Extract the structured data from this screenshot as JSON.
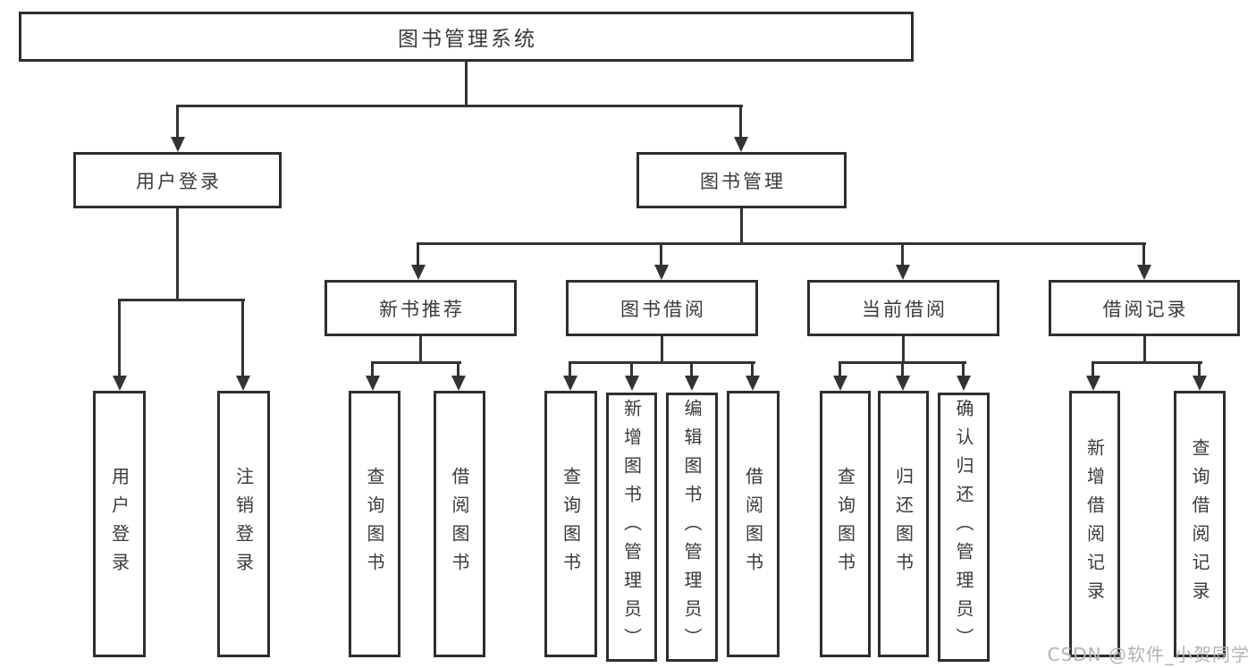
{
  "tree": {
    "root": {
      "label": "图书管理系统",
      "children": [
        {
          "label": "用户登录",
          "children": [
            {
              "label": "用户登录"
            },
            {
              "label": "注销登录"
            }
          ]
        },
        {
          "label": "图书管理",
          "children": [
            {
              "label": "新书推荐",
              "children": [
                {
                  "label": "查询图书"
                },
                {
                  "label": "借阅图书"
                }
              ]
            },
            {
              "label": "图书借阅",
              "children": [
                {
                  "label": "查询图书"
                },
                {
                  "label": "新增图书（管理员）"
                },
                {
                  "label": "编辑图书（管理员）"
                },
                {
                  "label": "借阅图书"
                }
              ]
            },
            {
              "label": "当前借阅",
              "children": [
                {
                  "label": "查询图书"
                },
                {
                  "label": "归还图书"
                },
                {
                  "label": "确认归还（管理员）"
                }
              ]
            },
            {
              "label": "借阅记录",
              "children": [
                {
                  "label": "新增借阅记录"
                },
                {
                  "label": "查询借阅记录"
                }
              ]
            }
          ]
        }
      ]
    }
  },
  "watermark": {
    "text": "CSDN @软件_小贺同学"
  },
  "colors": {
    "line": "#333333",
    "border": "#2e2e2e",
    "fill": "#ffffff",
    "text": "#3a3a3a",
    "watermark": "#b3b3b3"
  }
}
